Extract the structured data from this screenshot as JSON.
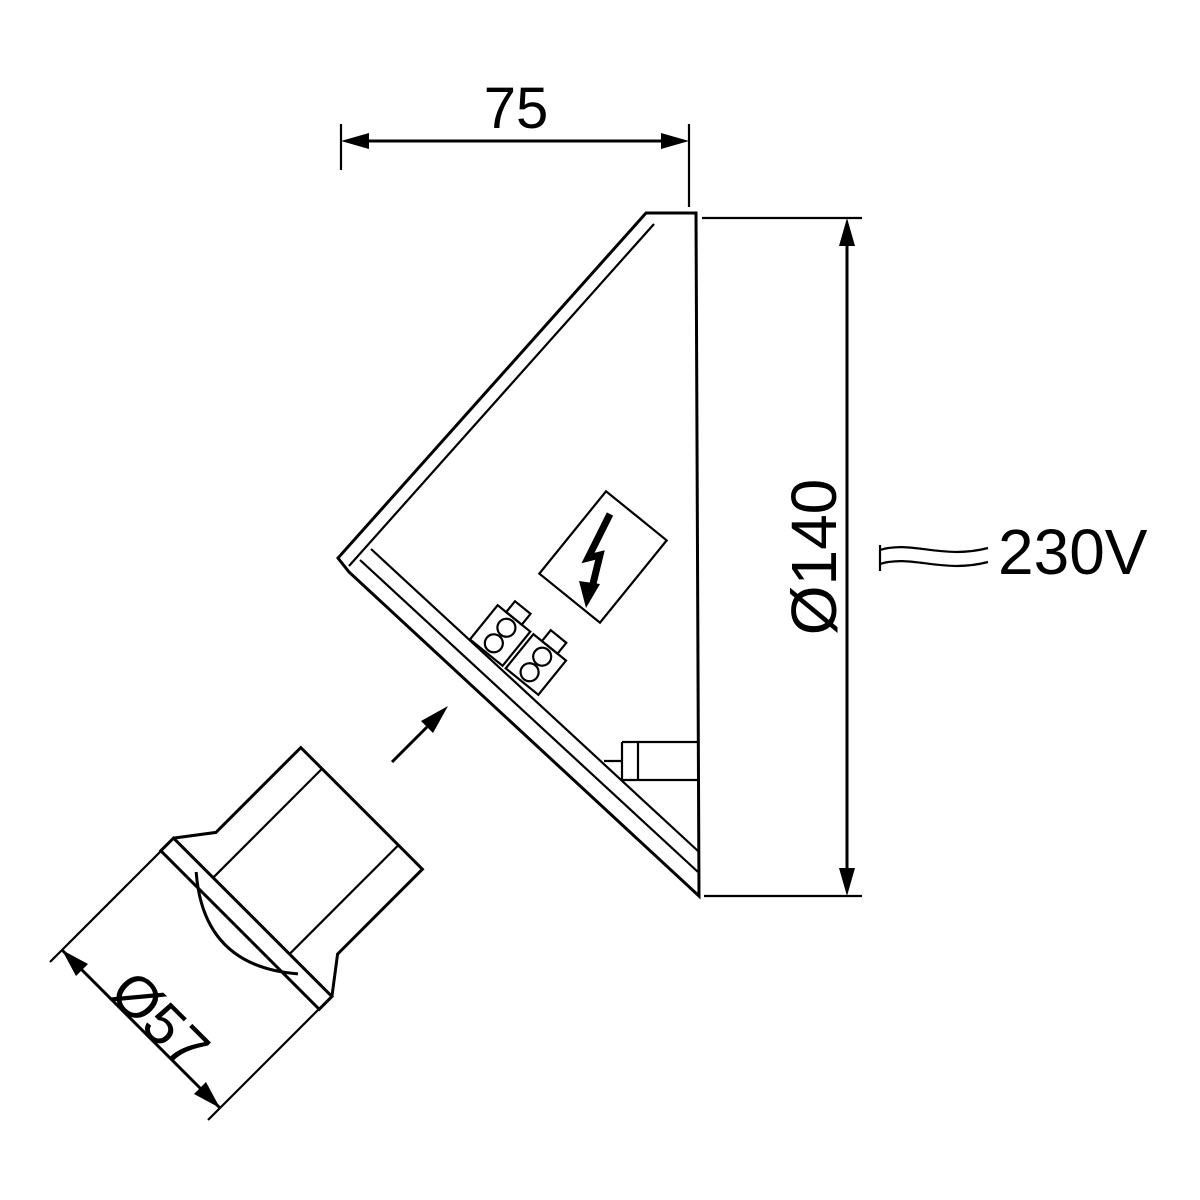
{
  "page": {
    "background": "#ffffff",
    "line_color": "#000000"
  },
  "drawing": {
    "dim_width": {
      "label": "75"
    },
    "dim_diameter_body": {
      "label": "Ø140"
    },
    "dim_diameter_head": {
      "label": "Ø57"
    },
    "power": {
      "label": "230V"
    }
  }
}
